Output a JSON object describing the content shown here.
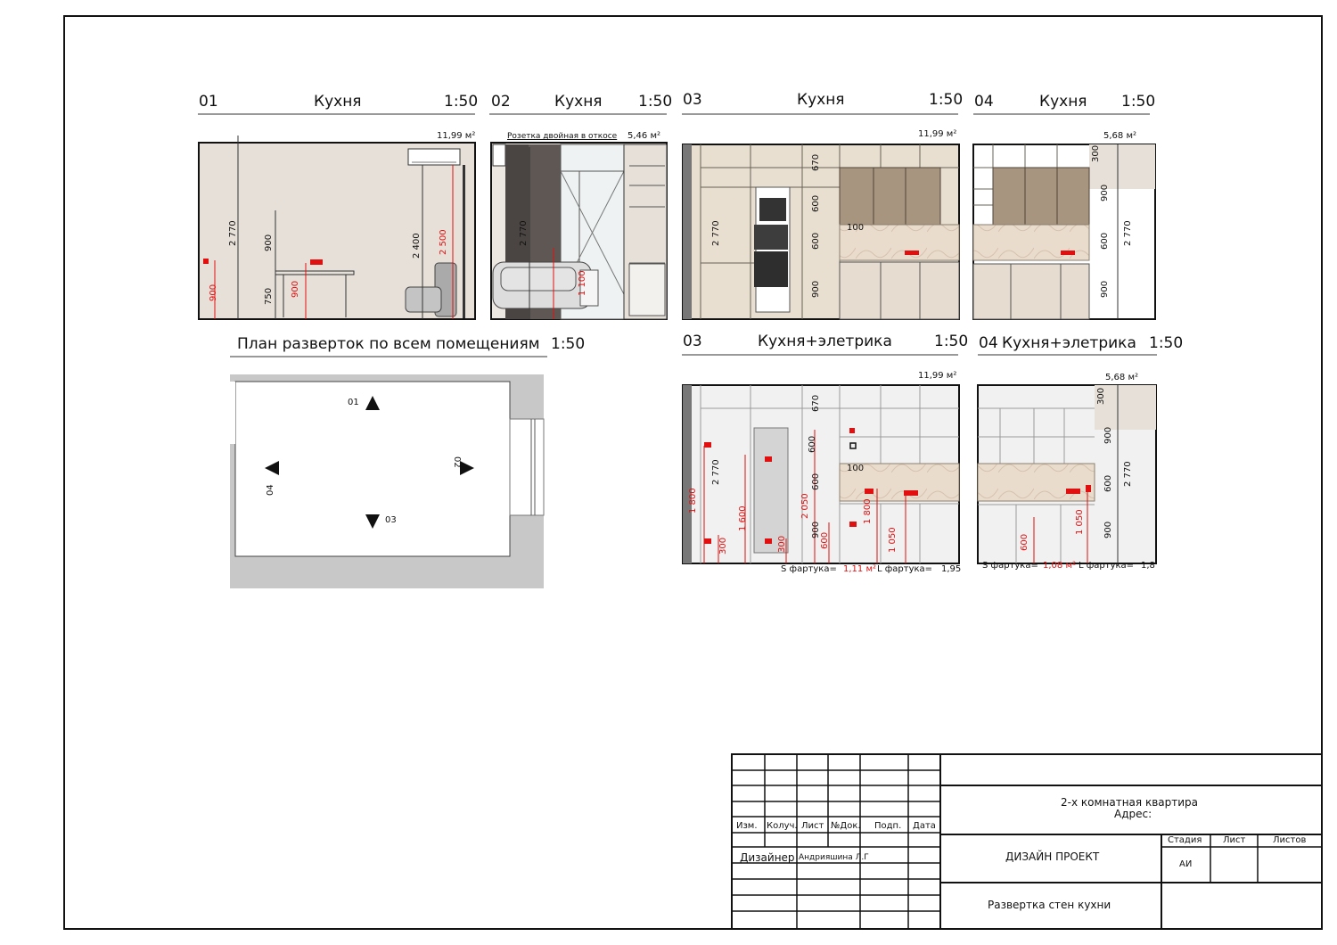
{
  "views": {
    "v01": {
      "num": "01",
      "title": "Кухня",
      "scale": "1:50",
      "area": "11,99 м²",
      "dims": [
        "2 770",
        "900",
        "750",
        "2 400"
      ],
      "red_dims": [
        "900",
        "900",
        "2 500"
      ]
    },
    "v02": {
      "num": "02",
      "title": "Кухня",
      "scale": "1:50",
      "note": "Розетка двойная в откосе",
      "area": "5,46 м²",
      "dims": [
        "2 770"
      ],
      "red_dims": [
        "1 100"
      ]
    },
    "v03": {
      "num": "03",
      "title": "Кухня",
      "scale": "1:50",
      "area": "11,99 м²",
      "dims": [
        "2 770",
        "670",
        "600",
        "600",
        "900",
        "100"
      ]
    },
    "v04": {
      "num": "04",
      "title": "Кухня",
      "scale": "1:50",
      "area": "5,68 м²",
      "dims": [
        "300",
        "900",
        "600",
        "900",
        "2 770"
      ]
    },
    "plan": {
      "title": "План разверток по всем помещениям",
      "scale": "1:50",
      "markers": [
        "01",
        "02",
        "03",
        "04"
      ]
    },
    "v03e": {
      "num": "03",
      "title": "Кухня+элетрика",
      "scale": "1:50",
      "area": "11,99 м²",
      "dims": [
        "2 770",
        "670",
        "600",
        "600",
        "900",
        "100"
      ],
      "red_dims": [
        "1 800",
        "300",
        "1 600",
        "2 050",
        "300",
        "600",
        "1 800",
        "1 050"
      ],
      "s_label": "S фартука=",
      "s_value": "1,11 м²",
      "l_label": "L фартука=",
      "l_value": "1,95"
    },
    "v04e": {
      "num": "04",
      "title": "Кухня+элетрика",
      "scale": "1:50",
      "area": "5,68 м²",
      "dims": [
        "300",
        "900",
        "600",
        "900",
        "2 770"
      ],
      "red_dims": [
        "600",
        "1 050"
      ],
      "s_label": "S фартука=",
      "s_value": "1,08 м²",
      "l_label": "L фартука=",
      "l_value": "1,8"
    }
  },
  "title_block": {
    "col_headers": [
      "Изм.",
      "Колуч.",
      "Лист",
      "№Док.",
      "Подп.",
      "Дата"
    ],
    "designer_label": "Дизайнер",
    "designer_name": "Андрияшина Л.Г",
    "project_line1": "2-х комнатная квартира",
    "project_line2": "Адрес:",
    "design_project": "ДИЗАЙН ПРОЕКТ",
    "stage_header": "Стадия",
    "sheet_header": "Лист",
    "sheets_header": "Листов",
    "stage_value": "АИ",
    "drawing_name": "Развертка стен кухни"
  },
  "colors": {
    "wall_beige": "#e6e0d8",
    "wood": "#a89580",
    "dim_red": "#e01010",
    "plan_wall": "#c8c8c8",
    "dark_panel": "#4a4542"
  }
}
